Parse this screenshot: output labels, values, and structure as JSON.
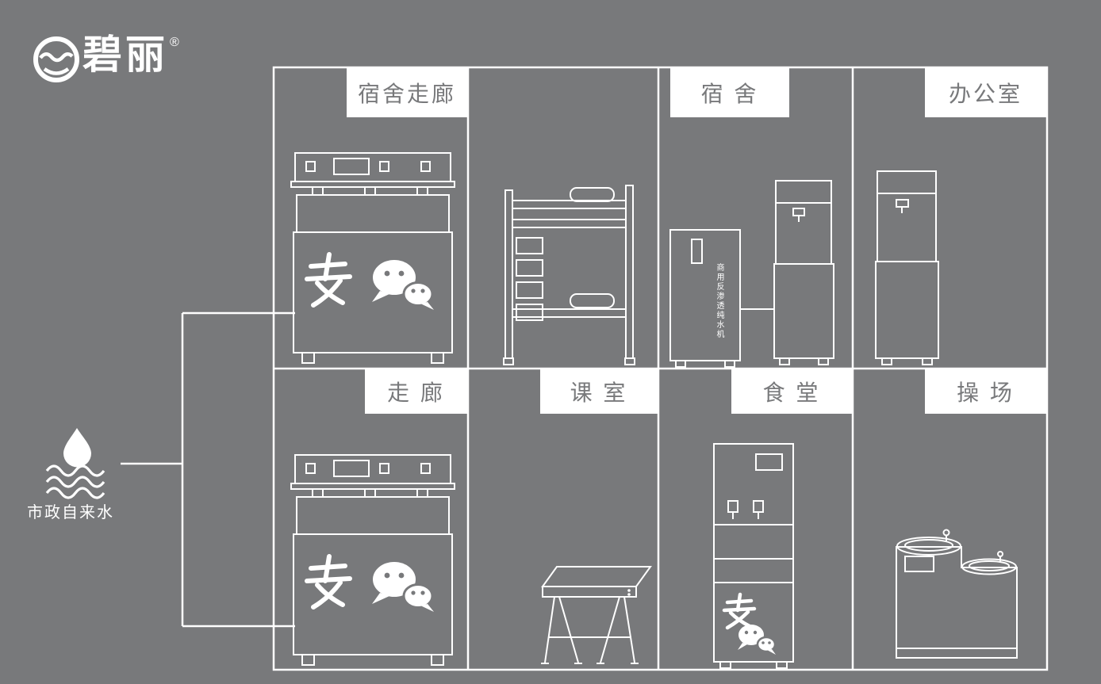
{
  "brand": {
    "name": "碧丽",
    "registered": "®"
  },
  "water_source": {
    "label": "市政自来水"
  },
  "rooms": [
    {
      "id": "dorm-corridor",
      "label": "宿舍走廊"
    },
    {
      "id": "dormitory",
      "label": "宿 舍"
    },
    {
      "id": "office",
      "label": "办公室"
    },
    {
      "id": "corridor",
      "label": "走 廊"
    },
    {
      "id": "classroom",
      "label": "课 室"
    },
    {
      "id": "canteen",
      "label": "食 堂"
    },
    {
      "id": "playground",
      "label": "操 场"
    }
  ],
  "equipment": {
    "ro_machine_label": "商用反渗透纯水机"
  },
  "icons": {
    "brand_logo_icon": "water-cup-with-wave",
    "water_drop_icon": "droplet",
    "water_waves_icon": "three-wavy-lines",
    "alipay_icon": "支",
    "wechat_icon": "wechat-speech-bubbles"
  },
  "colors": {
    "background": "#78797b",
    "line_art": "#ffffff",
    "label_background": "#ffffff",
    "label_text": "#78797b"
  }
}
